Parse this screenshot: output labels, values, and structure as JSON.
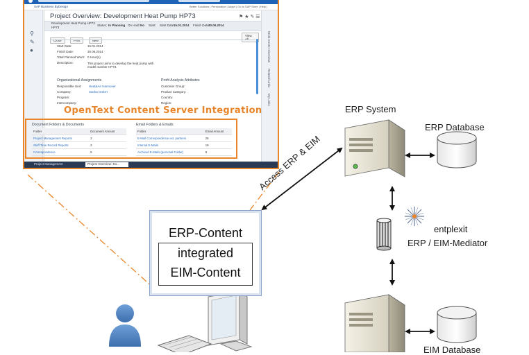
{
  "screenshot": {
    "app_bar": "SAP Business ByDesign",
    "top_links": "Better Solutions  |  Personalize  |  Adapt  |  Go to SAP Store  |  Help  |  ",
    "page_title": "Project Overview: Development Heat Pump HP73",
    "header": {
      "project_name": "Development Heat Pump HP73",
      "project_id": "HP73",
      "status_label": "Status:",
      "status_value": "In Planning",
      "onhold_label": "On Hold:",
      "onhold_value": "No",
      "start_label": "Start:",
      "startdate_label": "Start Date:",
      "startdate_value": "15.01.2014",
      "finishdate_label": "Finish Date:",
      "finishdate_value": "30.06.2014"
    },
    "buttons": {
      "close": "Close",
      "print": "Print",
      "new": "New",
      "view_all": "View All"
    },
    "general": [
      {
        "label": "Start Date:",
        "value": "15.01.2014"
      },
      {
        "label": "Finish Date:",
        "value": "30.06.2014"
      },
      {
        "label": "Total Planned Work:",
        "value": "0   Hour(s)"
      },
      {
        "label": "Description:",
        "value": "This project aims to develop the heat pump with model number HP73."
      }
    ],
    "org_title": "Organizational Assignments",
    "org_rows": [
      {
        "label": "Responsible Unit:",
        "value": "Heat&Air Hannover"
      },
      {
        "label": "Company:",
        "value": "Sanka GmbH"
      },
      {
        "label": "Program:",
        "value": ""
      },
      {
        "label": "Intercompany:",
        "value": ""
      }
    ],
    "profit_title": "Profit Analysis Attributes",
    "profit_rows": [
      "Customer Group:",
      "Product Category:",
      "Country:",
      "Region:"
    ],
    "integration_label": "OpenText Content Server Integration",
    "doc_section_title": "Document Folders & Documents",
    "doc_headers": [
      "Folder",
      "Document Amount"
    ],
    "doc_rows": [
      {
        "name": "Project Management Reports",
        "value": "2"
      },
      {
        "name": "Staff Time Record Reports",
        "value": "3"
      },
      {
        "name": "Correspondence",
        "value": "5"
      }
    ],
    "email_section_title": "Email Folders & Emails",
    "email_headers": [
      "Folder",
      "Email Amount"
    ],
    "email_rows": [
      {
        "name": "E-Mail Correspondence ext. partners",
        "value": "26"
      },
      {
        "name": "Internal E-Mails",
        "value": "19"
      },
      {
        "name": "Archived E-Mails (personal Folder)",
        "value": "8"
      }
    ],
    "side_tabs": [
      "Work Center Overview",
      "Related Links",
      "My Links"
    ],
    "taskbar_left": "Project Management",
    "taskbar_tab": "Project Overview: Do..."
  },
  "diagram": {
    "erp_system": "ERP System",
    "erp_database": "ERP Database",
    "mediator_name": "entplexit",
    "mediator_role": "ERP / EIM-Mediator",
    "eim_database": "EIM Database",
    "access_label": "Access ERP & EIM",
    "client_box": {
      "top": "ERP-Content",
      "inner_line1": "integrated",
      "inner_line2": "EIM-Content"
    }
  },
  "colors": {
    "accent": "#e8852a",
    "sap_blue": "#1f63b6",
    "client_border": "#8aa2c8"
  }
}
